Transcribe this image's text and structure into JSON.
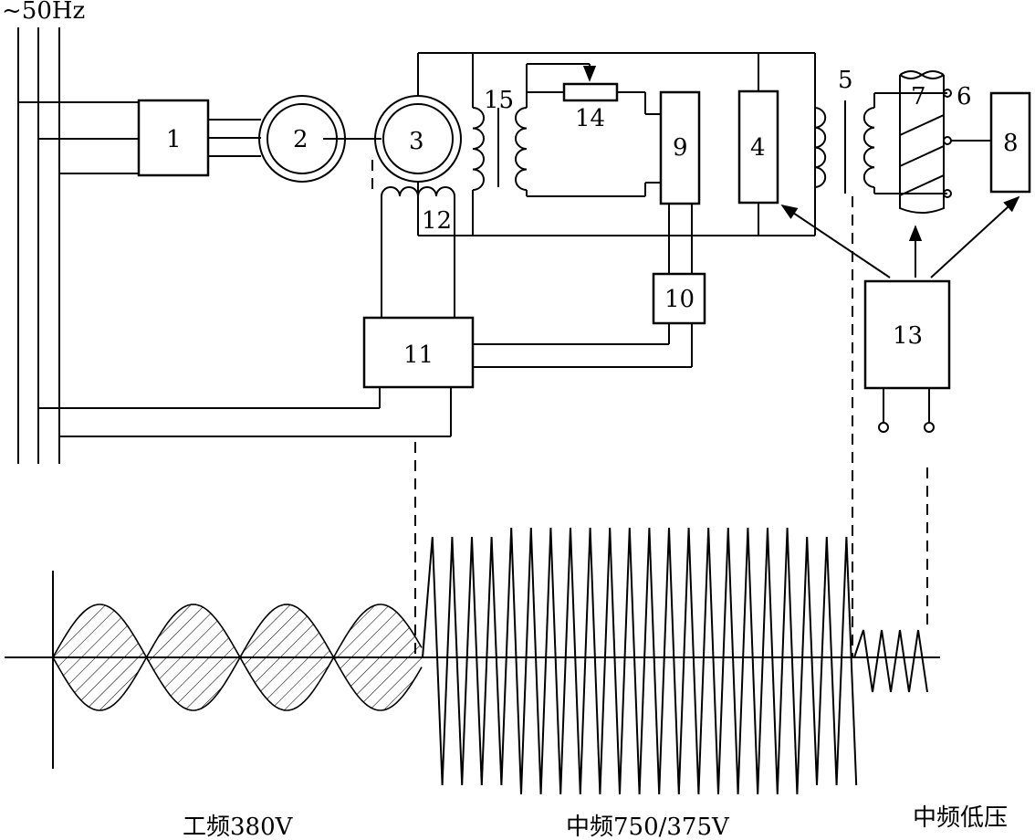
{
  "supply_label": "~50Hz",
  "components": {
    "c1": "1",
    "c2": "2",
    "c3": "3",
    "c4": "4",
    "c5": "5",
    "c6": "6",
    "c7": "7",
    "c8": "8",
    "c9": "9",
    "c10": "10",
    "c11": "11",
    "c12": "12",
    "c13": "13",
    "c14": "14",
    "c15": "15"
  },
  "zones": {
    "power_frequency": "工频380V",
    "medium_frequency": "中频750/375V",
    "medium_frequency_low_voltage": "中频低压"
  }
}
